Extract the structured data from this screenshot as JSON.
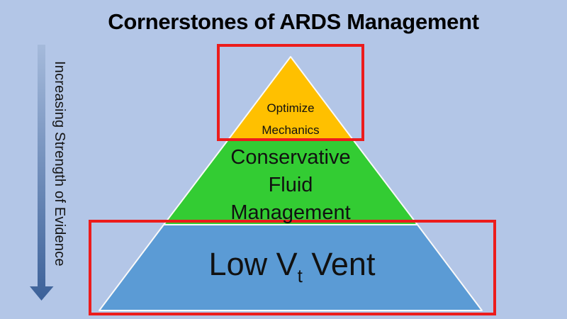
{
  "title": "Cornerstones of ARDS Management",
  "arrow": {
    "label": "Increasing Strength of Evidence"
  },
  "pyramid": {
    "levels": [
      {
        "lines": [
          "Optimize",
          "Mechanics"
        ],
        "color": "#FFC000"
      },
      {
        "lines": [
          "Conservative",
          "Fluid",
          "Management"
        ],
        "color": "#33CC33"
      },
      {
        "label_prefix": "Low V",
        "label_sub": "t",
        "label_suffix": " Vent",
        "color": "#5B9BD5"
      }
    ]
  },
  "highlights": {
    "color": "#EC1C1C"
  },
  "colors": {
    "background": "#B3C6E7",
    "arrow_top": "#A5BADB",
    "arrow_bottom": "#3C6199",
    "outline_white": "#FAFAFA",
    "text": "#111111"
  }
}
